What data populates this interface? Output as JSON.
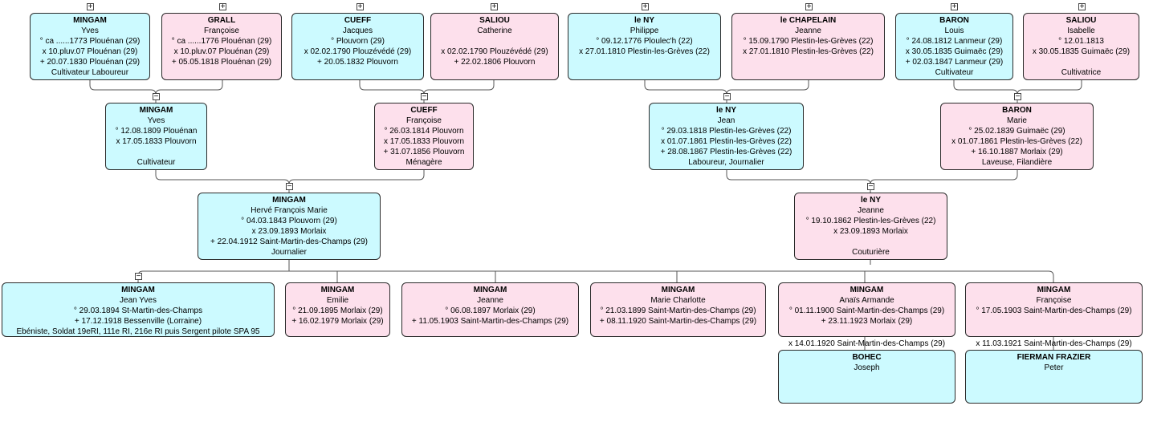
{
  "gen0": [
    {
      "surname": "MINGAM",
      "given": "Yves",
      "l1": "° ca ......1773 Plouénan (29)",
      "l2": "x 10.pluv.07 Plouénan (29)",
      "l3": "+ 20.07.1830 Plouénan (29)",
      "l4": "Cultivateur Laboureur",
      "sex": "m",
      "toggle": "+"
    },
    {
      "surname": "GRALL",
      "given": "Françoise",
      "l1": "° ca ......1776 Plouénan (29)",
      "l2": "x 10.pluv.07 Plouénan (29)",
      "l3": "+ 05.05.1818 Plouénan (29)",
      "l4": "",
      "sex": "f",
      "toggle": "+"
    },
    {
      "surname": "CUEFF",
      "given": "Jacques",
      "l1": "° Plouvorn (29)",
      "l2": "x 02.02.1790 Plouzévédé (29)",
      "l3": "+ 20.05.1832 Plouvorn",
      "l4": "",
      "sex": "m",
      "toggle": "+"
    },
    {
      "surname": "SALIOU",
      "given": "Catherine",
      "l1": "",
      "l2": "x 02.02.1790 Plouzévédé (29)",
      "l3": "+ 22.02.1806 Plouvorn",
      "l4": "",
      "sex": "f",
      "toggle": "+"
    },
    {
      "surname": "le NY",
      "given": "Philippe",
      "l1": "° 09.12.1776 Ploulec'h (22)",
      "l2": "x 27.01.1810 Plestin-les-Grèves (22)",
      "l3": "",
      "l4": "",
      "sex": "m",
      "toggle": "+"
    },
    {
      "surname": "le CHAPELAIN",
      "given": "Jeanne",
      "l1": "° 15.09.1790 Plestin-les-Grèves (22)",
      "l2": "x 27.01.1810 Plestin-les-Grèves (22)",
      "l3": "",
      "l4": "",
      "sex": "f",
      "toggle": "+"
    },
    {
      "surname": "BARON",
      "given": "Louis",
      "l1": "° 24.08.1812 Lanmeur (29)",
      "l2": "x 30.05.1835 Guimaëc (29)",
      "l3": "+ 02.03.1847 Lanmeur (29)",
      "l4": "Cultivateur",
      "sex": "m",
      "toggle": "+"
    },
    {
      "surname": "SALIOU",
      "given": "Isabelle",
      "l1": "° 12.01.1813",
      "l2": "x 30.05.1835 Guimaëc (29)",
      "l3": "",
      "l4": "Cultivatrice",
      "sex": "f",
      "toggle": "+"
    }
  ],
  "gen1": [
    {
      "surname": "MINGAM",
      "given": "Yves",
      "l1": "° 12.08.1809 Plouénan",
      "l2": "x 17.05.1833 Plouvorn",
      "l3": "",
      "l4": "Cultivateur",
      "sex": "m",
      "toggle": "−"
    },
    {
      "surname": "CUEFF",
      "given": "Françoise",
      "l1": "° 26.03.1814 Plouvorn",
      "l2": "x 17.05.1833 Plouvorn",
      "l3": "+ 31.07.1856 Plouvorn",
      "l4": "Ménagère",
      "sex": "f",
      "toggle": "−"
    },
    {
      "surname": "le NY",
      "given": "Jean",
      "l1": "° 29.03.1818 Plestin-les-Grèves (22)",
      "l2": "x 01.07.1861 Plestin-les-Grèves (22)",
      "l3": "+ 28.08.1867 Plestin-les-Grèves (22)",
      "l4": "Laboureur, Journalier",
      "sex": "m",
      "toggle": "−"
    },
    {
      "surname": "BARON",
      "given": "Marie",
      "l1": "° 25.02.1839 Guimaëc (29)",
      "l2": "x 01.07.1861 Plestin-les-Grèves (22)",
      "l3": "+ 16.10.1887 Morlaix (29)",
      "l4": "Laveuse, Filandière",
      "sex": "f",
      "toggle": "−"
    }
  ],
  "gen2": [
    {
      "surname": "MINGAM",
      "given": "Hervé François Marie",
      "l1": "° 04.03.1843 Plouvorn (29)",
      "l2": "x 23.09.1893 Morlaix",
      "l3": "+ 22.04.1912 Saint-Martin-des-Champs (29)",
      "l4": "Journalier",
      "sex": "m",
      "toggle": "−"
    },
    {
      "surname": "le NY",
      "given": "Jeanne",
      "l1": "° 19.10.1862 Plestin-les-Grèves (22)",
      "l2": "x 23.09.1893 Morlaix",
      "l3": "",
      "l4": "Couturière",
      "sex": "f",
      "toggle": "−"
    }
  ],
  "children": [
    {
      "surname": "MINGAM",
      "given": "Jean Yves",
      "l1": "° 29.03.1894 St-Martin-des-Champs",
      "l2": "+ 17.12.1918 Bessenville (Lorraine)",
      "l3": "Ebéniste, Soldat 19eRI, 111e RI, 216e RI puis Sergent pilote SPA 95",
      "sex": "m",
      "toggle": "−"
    },
    {
      "surname": "MINGAM",
      "given": "Emilie",
      "l1": "° 21.09.1895 Morlaix (29)",
      "l2": "+ 16.02.1979 Morlaix (29)",
      "l3": "",
      "sex": "f",
      "toggle": ""
    },
    {
      "surname": "MINGAM",
      "given": "Jeanne",
      "l1": "° 06.08.1897 Morlaix (29)",
      "l2": "+ 11.05.1903 Saint-Martin-des-Champs (29)",
      "l3": "",
      "sex": "f",
      "toggle": ""
    },
    {
      "surname": "MINGAM",
      "given": "Marie Charlotte",
      "l1": "° 21.03.1899 Saint-Martin-des-Champs (29)",
      "l2": "+ 08.11.1920 Saint-Martin-des-Champs (29)",
      "l3": "",
      "sex": "f",
      "toggle": ""
    },
    {
      "surname": "MINGAM",
      "given": "Anaïs Armande",
      "l1": "° 01.11.1900 Saint-Martin-des-Champs (29)",
      "l2": "+ 23.11.1923 Morlaix (29)",
      "l3": "",
      "sex": "f",
      "toggle": ""
    },
    {
      "surname": "MINGAM",
      "given": "Françoise",
      "l1": "° 17.05.1903 Saint-Martin-des-Champs (29)",
      "l2": "",
      "l3": "",
      "sex": "f",
      "toggle": ""
    }
  ],
  "spouses": [
    {
      "marriage": "x 14.01.1920 Saint-Martin-des-Champs (29)",
      "surname": "BOHEC",
      "given": "Joseph",
      "sex": "m"
    },
    {
      "marriage": "x 11.03.1921 Saint-Martin-des-Champs (29)",
      "surname": "FIERMAN FRAZIER",
      "given": "Peter",
      "sex": "m"
    }
  ],
  "colors": {
    "male": "#ccfaff",
    "female": "#fde0ec",
    "border": "#2a2a2a",
    "line": "#555555"
  }
}
